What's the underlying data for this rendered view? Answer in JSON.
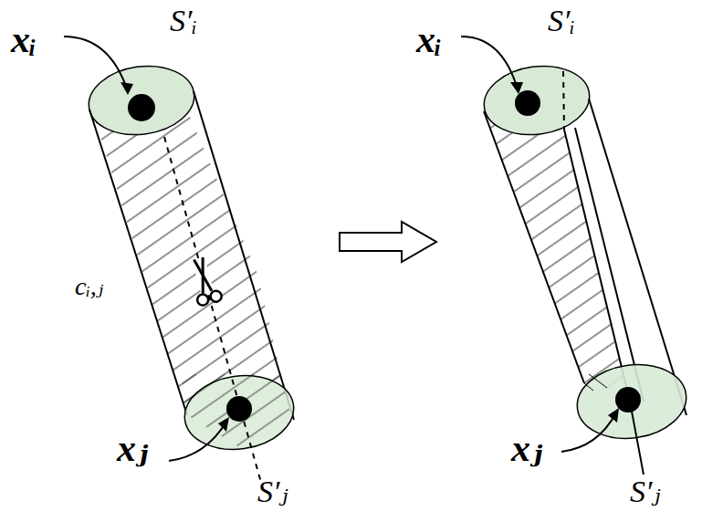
{
  "diagram": {
    "labels": [
      "xᵢ",
      "S′ᵢ",
      "cᵢ,ⱼ",
      "xⱼ",
      "S′ⱼ",
      "xᵢ",
      "S′ᵢ",
      "xⱼ",
      "S′ⱼ"
    ]
  }
}
